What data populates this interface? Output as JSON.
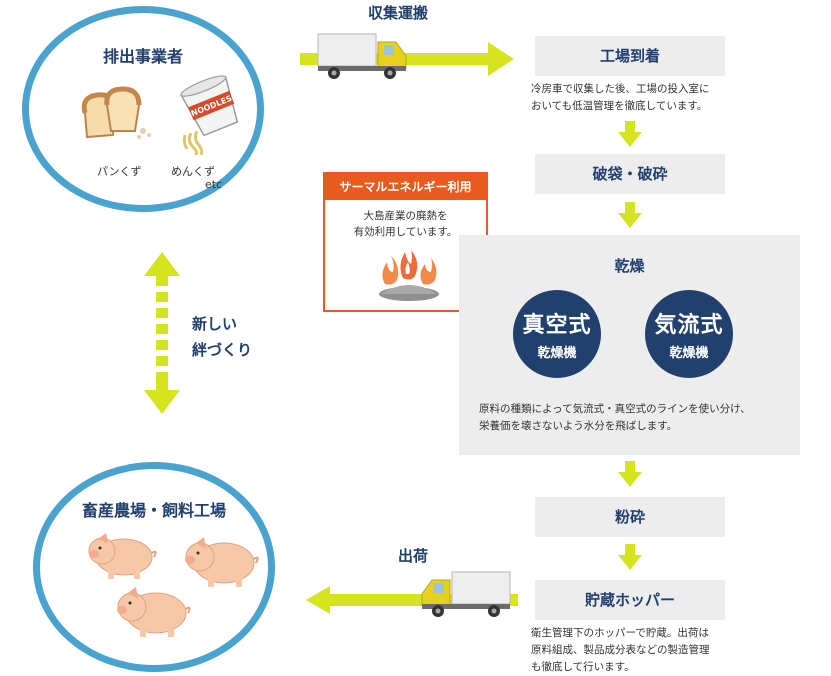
{
  "colors": {
    "navy": "#22406e",
    "circle_blue": "#4aa3cf",
    "lime": "#d5e41f",
    "orange": "#e85a1e",
    "gray_box": "#ededed",
    "pig_pink": "#f7c8a8"
  },
  "source_circle": {
    "title": "排出事業者",
    "items": [
      "パンくず",
      "めんくず"
    ],
    "etc": "etc",
    "can_text": "NOODLES"
  },
  "transport": {
    "label": "収集運搬"
  },
  "bond": {
    "line1": "新しい",
    "line2": "絆づくり"
  },
  "dest_circle": {
    "title": "畜産農場・飼料工場"
  },
  "shipping": {
    "label": "出荷"
  },
  "steps": {
    "arrival": {
      "title": "工場到着",
      "desc_line1": "冷房車で収集した後、工場の投入室に",
      "desc_line2": "おいても低温管理を徹底しています。"
    },
    "crush1": {
      "title": "破袋・破砕"
    },
    "drying": {
      "title": "乾燥",
      "vacuum_big": "真空式",
      "vacuum_small": "乾燥機",
      "airflow_big": "気流式",
      "airflow_small": "乾燥機",
      "desc_line1": "原料の種類によって気流式・真空式のラインを使い分け、",
      "desc_line2": "栄養価を壊さないよう水分を飛ばします。"
    },
    "crush2": {
      "title": "粉砕"
    },
    "hopper": {
      "title": "貯蔵ホッパー",
      "desc_line1": "衛生管理下のホッパーで貯蔵。出荷は",
      "desc_line2": "原料組成、製品成分表などの製造管理",
      "desc_line3": "も徹底して行います。"
    }
  },
  "thermal": {
    "heading": "サーマルエネルギー利用",
    "line1": "大島産業の廃熱を",
    "line2": "有効利用しています。"
  },
  "icons": {
    "bread": "bread-icon",
    "noodle_cup": "noodle-cup-icon",
    "truck": "truck-icon",
    "flame": "flame-icon",
    "pig": "pig-icon",
    "arrow": "arrow-icon"
  }
}
